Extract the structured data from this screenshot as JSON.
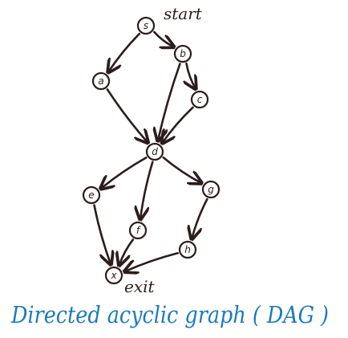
{
  "diagram": {
    "colors": {
      "ink": "#2b1d1c",
      "caption": "#1b7bb8"
    },
    "nodes": [
      {
        "id": "s",
        "label": "s"
      },
      {
        "id": "a",
        "label": "a"
      },
      {
        "id": "b",
        "label": "b"
      },
      {
        "id": "c",
        "label": "c"
      },
      {
        "id": "d",
        "label": "d"
      },
      {
        "id": "e",
        "label": "e"
      },
      {
        "id": "f",
        "label": "f"
      },
      {
        "id": "g",
        "label": "g"
      },
      {
        "id": "h",
        "label": "h"
      },
      {
        "id": "x",
        "label": "x"
      }
    ],
    "edges": [
      [
        "s",
        "a"
      ],
      [
        "s",
        "b"
      ],
      [
        "b",
        "c"
      ],
      [
        "a",
        "d"
      ],
      [
        "b",
        "d"
      ],
      [
        "c",
        "d"
      ],
      [
        "d",
        "e"
      ],
      [
        "d",
        "f"
      ],
      [
        "d",
        "g"
      ],
      [
        "e",
        "x"
      ],
      [
        "f",
        "x"
      ],
      [
        "g",
        "h"
      ],
      [
        "h",
        "x"
      ]
    ],
    "start_label": "start",
    "exit_label": "exit",
    "caption": "Directed acyclic graph ( DAG )"
  }
}
